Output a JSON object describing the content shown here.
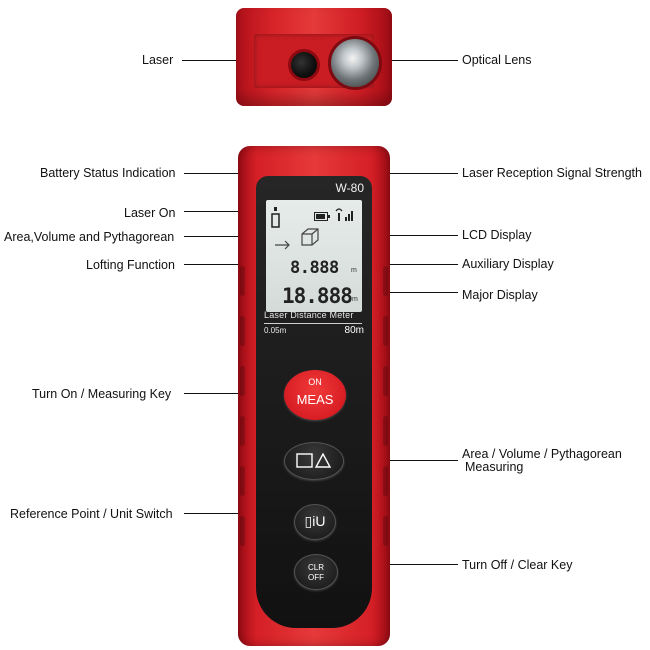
{
  "labels": {
    "laser": "Laser",
    "optical_lens": "Optical Lens",
    "battery_status": "Battery Status Indication",
    "laser_reception": "Laser Reception Signal Strength",
    "laser_on": "Laser On",
    "area_volume_pyth": "Area,Volume and Pythagorean",
    "lcd_display": "LCD Display",
    "lofting_function": "Lofting Function",
    "auxiliary_display": "Auxiliary Display",
    "major_display": "Major Display",
    "turn_on_measuring": "Turn On / Measuring Key",
    "area_volume_measuring_line1": "Area / Volume / Pythagorean",
    "area_volume_measuring_line2": "Measuring",
    "reference_point": "Reference Point / Unit Switch",
    "turn_off_clear": "Turn Off / Clear Key"
  },
  "device": {
    "model": "W-80",
    "aux_reading": "8.888",
    "major_reading": "18.888",
    "caption": "Laser Distance Meter",
    "range_min": "0.05m",
    "range_max": "80m",
    "button_on": "ON",
    "button_meas": "MEAS",
    "button_ref": "▯iU",
    "button_clr": "CLR",
    "button_off": "OFF",
    "body_color": "#d41f26"
  }
}
